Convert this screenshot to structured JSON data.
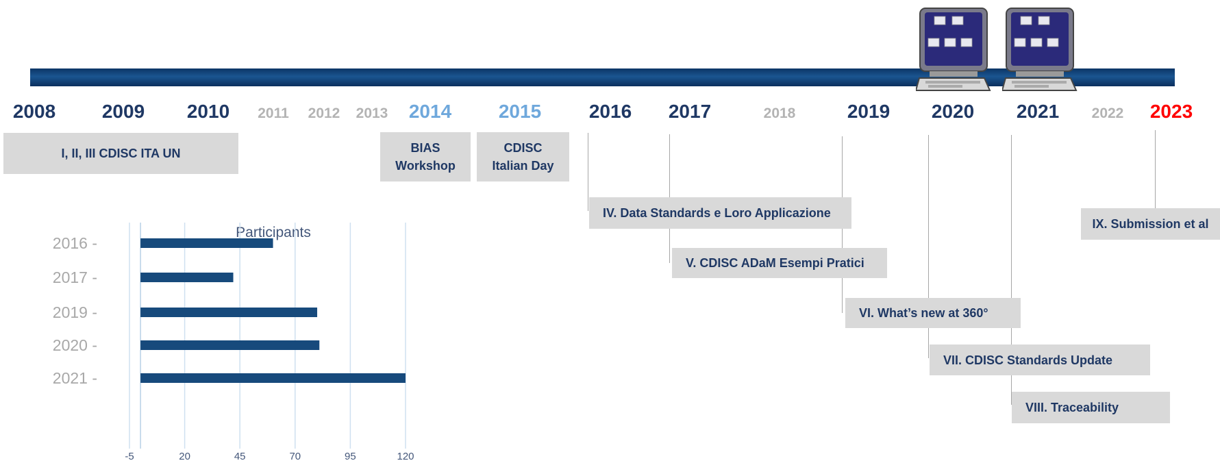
{
  "timeline": {
    "years": [
      {
        "label": "2008",
        "style": "major",
        "color": "#1f3864"
      },
      {
        "label": "2009",
        "style": "major",
        "color": "#1f3864"
      },
      {
        "label": "2010",
        "style": "major",
        "color": "#1f3864"
      },
      {
        "label": "2011",
        "style": "minor",
        "color": "#b3b3b3"
      },
      {
        "label": "2012",
        "style": "minor",
        "color": "#b3b3b3"
      },
      {
        "label": "2013",
        "style": "minor",
        "color": "#b3b3b3"
      },
      {
        "label": "2014",
        "style": "major",
        "color": "#6fa8dc"
      },
      {
        "label": "2015",
        "style": "major",
        "color": "#6fa8dc"
      },
      {
        "label": "2016",
        "style": "major",
        "color": "#1f3864"
      },
      {
        "label": "2017",
        "style": "major",
        "color": "#1f3864"
      },
      {
        "label": "2018",
        "style": "minor",
        "color": "#b3b3b3"
      },
      {
        "label": "2019",
        "style": "major",
        "color": "#1f3864"
      },
      {
        "label": "2020",
        "style": "major",
        "color": "#1f3864"
      },
      {
        "label": "2021",
        "style": "major",
        "color": "#1f3864"
      },
      {
        "label": "2022",
        "style": "minor",
        "color": "#b3b3b3"
      },
      {
        "label": "2023",
        "style": "major",
        "color": "#ff0000"
      }
    ],
    "events": [
      {
        "label": "I, II, III CDISC ITA UN"
      },
      {
        "line1": "BIAS",
        "line2": "Workshop"
      },
      {
        "line1": "CDISC",
        "line2": "Italian Day"
      },
      {
        "label": "IV. Data Standards e Loro Applicazione"
      },
      {
        "label": "V. CDISC ADaM Esempi Pratici"
      },
      {
        "label": "VI. What’s new at 360°"
      },
      {
        "label": "VII. CDISC Standards Update"
      },
      {
        "label": "VIII. Traceability"
      },
      {
        "label": "IX. Submission et al"
      }
    ],
    "icons": [
      "virtual-computer-icon",
      "virtual-computer-icon"
    ],
    "colors": {
      "band": "#0c3566",
      "event_box": "#d9d9d9",
      "event_text": "#1f3864"
    }
  },
  "chart_data": {
    "type": "bar",
    "orientation": "horizontal",
    "title": "Participants",
    "categories": [
      "2016",
      "2017",
      "2019",
      "2020",
      "2021"
    ],
    "values": [
      60,
      42,
      80,
      81,
      120
    ],
    "xlim": [
      -5,
      120
    ],
    "xticks": [
      -5,
      20,
      45,
      70,
      95,
      120
    ],
    "grid": true,
    "bar_color": "#174a7c"
  }
}
